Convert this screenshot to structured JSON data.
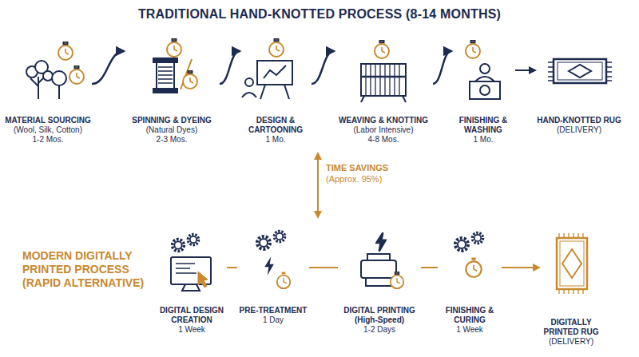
{
  "diagram": {
    "title": "TRADITIONAL HAND-KNOTTED PROCESS (8-14 MONTHS)",
    "nodes": [
      {
        "text": [
          "MATERIAL SOURCING",
          "(Wool, Silk, Cotton)",
          "1-2 Mos."
        ]
      },
      {
        "text": [
          "SPINNING & DYEING",
          "(Natural Dyes)",
          "2-3 Mos."
        ]
      },
      {
        "text": [
          "DESIGN & CARTOONING",
          "1 Mo."
        ]
      },
      {
        "text": [
          "WEAVING & KNOTTING",
          "(Labor Intensive)",
          "4-8 Mos."
        ]
      },
      {
        "text": [
          "FINISHING & WASHING",
          "1 Mo."
        ]
      },
      {
        "text": [
          "HAND-KNOTTED RUG",
          "(DELIVERY)"
        ]
      },
      {
        "text": [
          "DIGITAL DESIGN CREATION",
          "1 Week"
        ]
      },
      {
        "text": [
          "PRE-TREATMENT",
          "1 Day"
        ]
      },
      {
        "text": [
          "DIGITAL PRINTING",
          "(High-Speed)",
          "1-2 Days"
        ]
      },
      {
        "text": [
          "FINISHING & CURING",
          "1 Week"
        ]
      },
      {
        "text": [
          "DIGITALLY PRINTED RUG",
          "(DELIVERY)"
        ]
      }
    ],
    "edges": [
      {
        "from": 0,
        "to": 1,
        "arrow": "to"
      },
      {
        "from": 1,
        "to": 2,
        "arrow": "to"
      },
      {
        "from": 2,
        "to": 3,
        "arrow": "to"
      },
      {
        "from": 3,
        "to": 4,
        "arrow": "to"
      },
      {
        "from": 4,
        "to": 5,
        "arrow": "to"
      },
      {
        "from": 6,
        "to": 7,
        "arrow": "none"
      },
      {
        "from": 7,
        "to": 8,
        "arrow": "none"
      },
      {
        "from": 8,
        "to": 9,
        "arrow": "none"
      },
      {
        "from": 9,
        "to": 10,
        "arrow": "to"
      }
    ],
    "labels": [
      "TIME SAVINGS",
      "(Approx. 95%)",
      "MODERN DIGITALLY PRINTED PROCESS (RAPID ALTERNATIVE)"
    ]
  }
}
